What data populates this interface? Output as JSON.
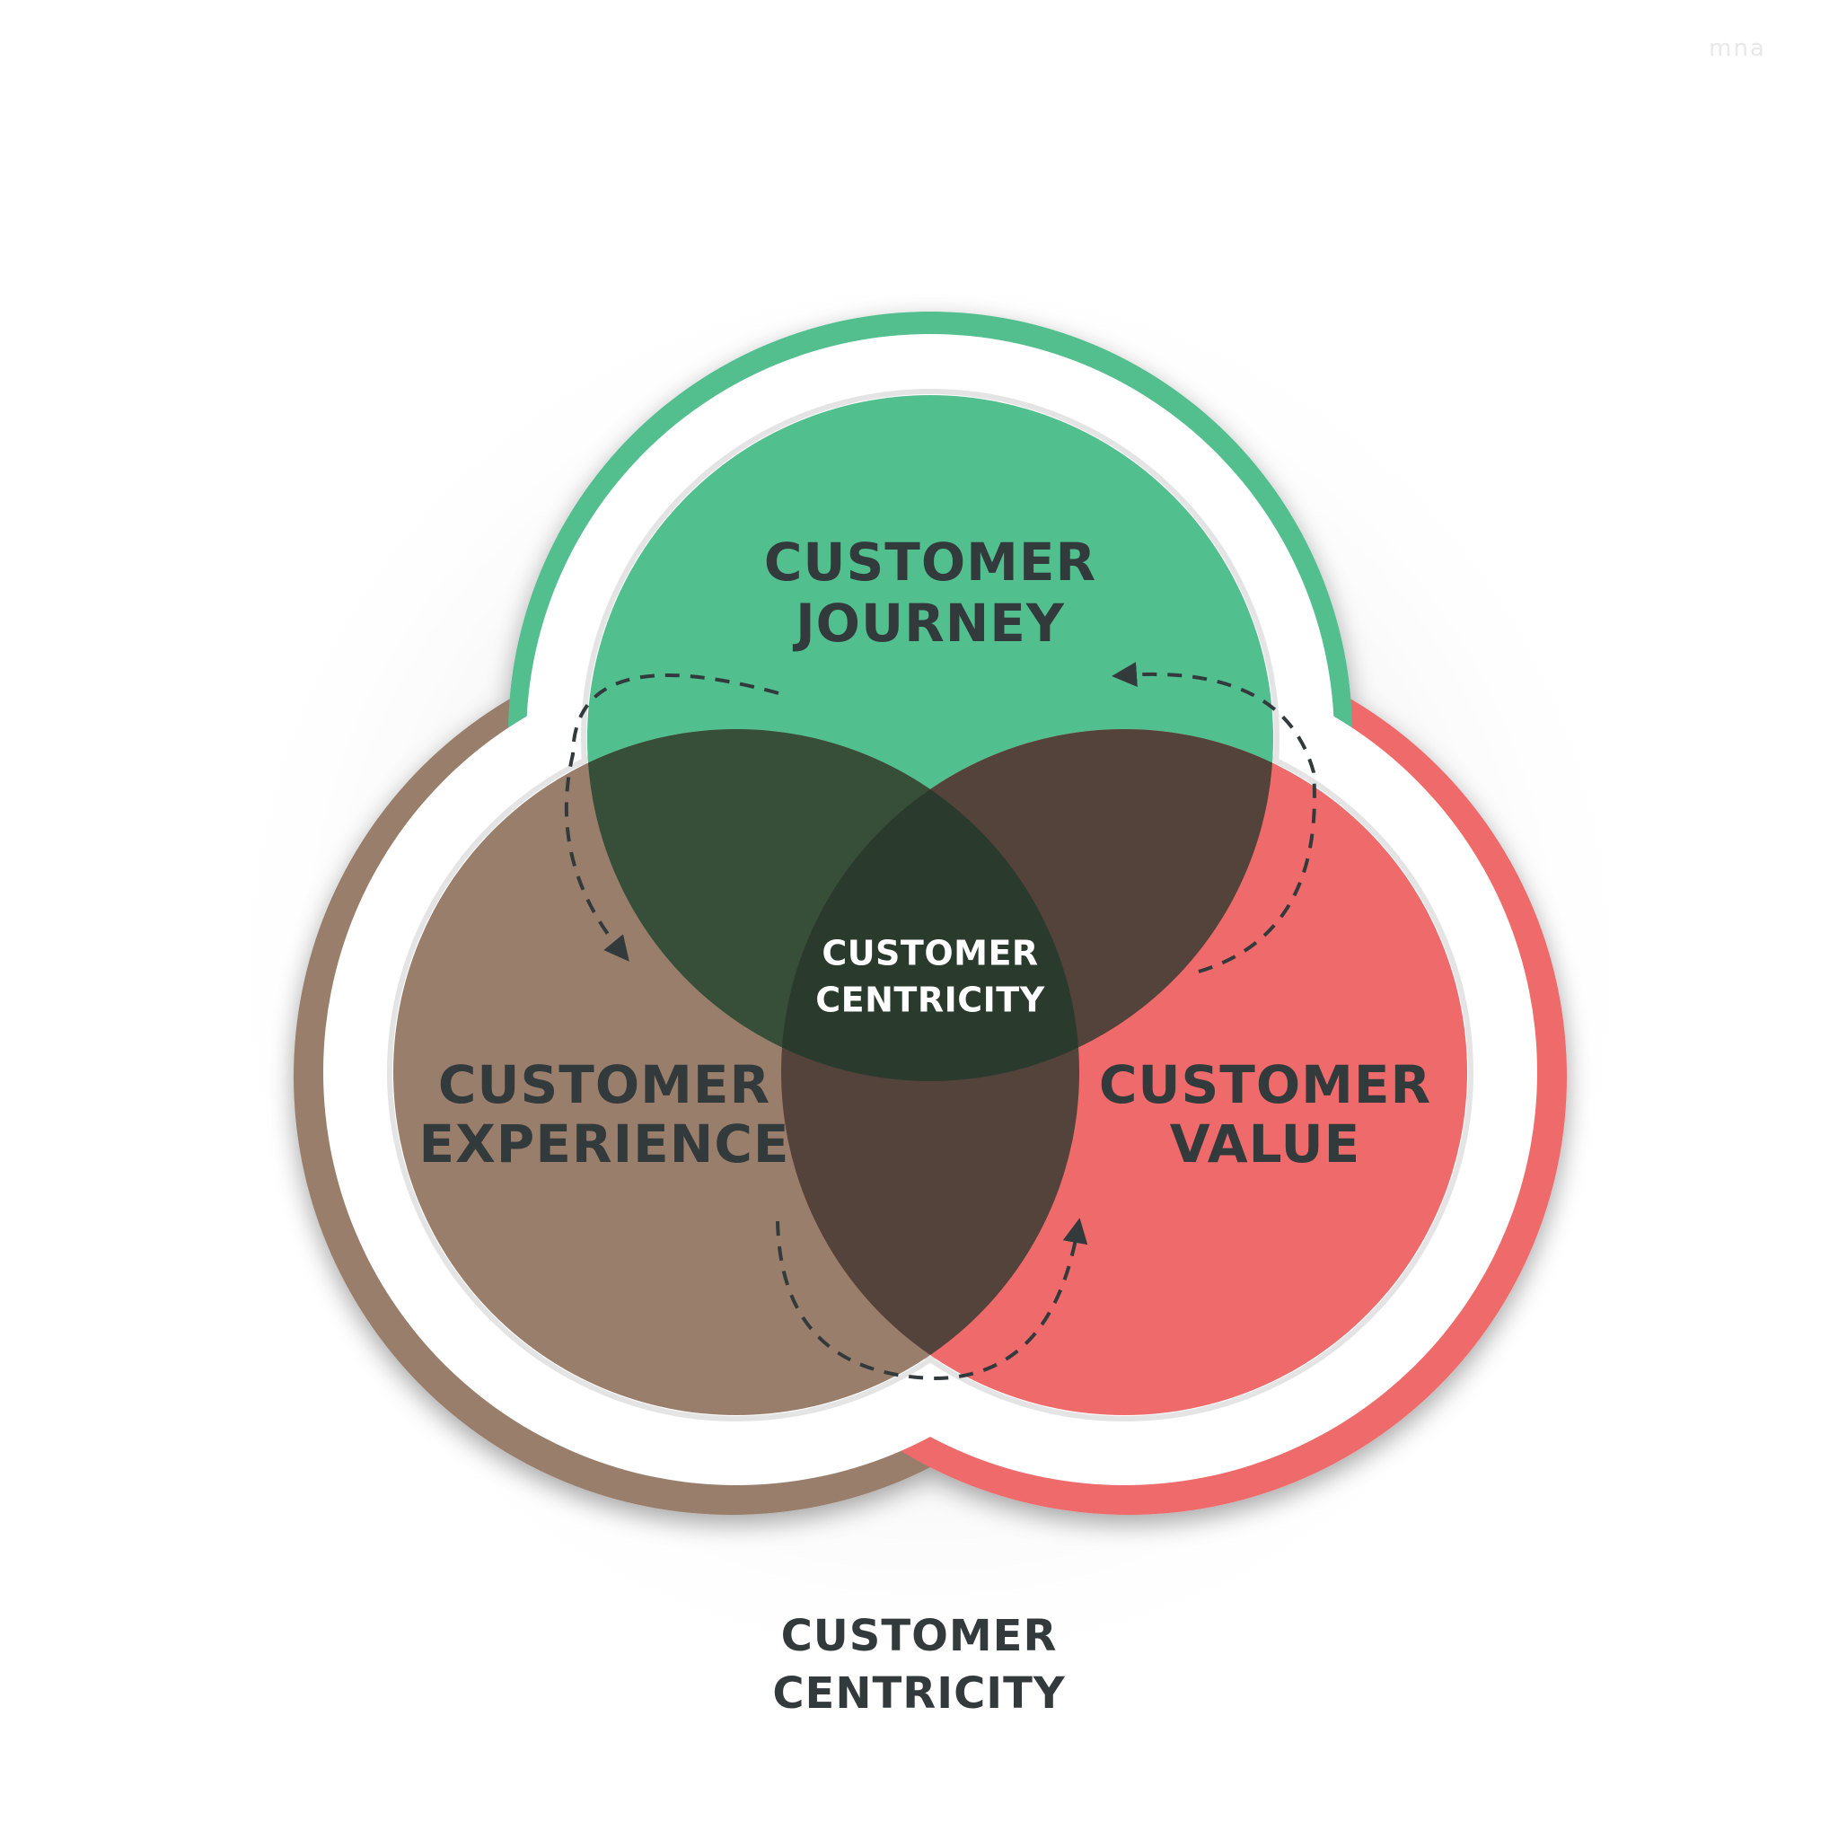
{
  "watermark": "mna",
  "colors": {
    "journey": "#52bf8f",
    "experience": "#9a7e6c",
    "value": "#ef6a6b",
    "journey_experience_overlap": "#374e38",
    "journey_value_overlap": "#53433a",
    "experience_value_overlap": "#53433a",
    "center_overlap": "#2a3a2d",
    "ring_journey": "#52bf8f",
    "ring_experience": "#9a7e6c",
    "ring_value": "#ef6a6b",
    "text_dark": "#333a3c",
    "text_light": "#ffffff",
    "arrow": "#333a3c"
  },
  "circles": {
    "journey": {
      "line1": "CUSTOMER",
      "line2": "JOURNEY"
    },
    "experience": {
      "line1": "CUSTOMER",
      "line2": "EXPERIENCE"
    },
    "value": {
      "line1": "CUSTOMER",
      "line2": "VALUE"
    },
    "center": {
      "line1": "CUSTOMER",
      "line2": "CENTRICITY"
    }
  },
  "bottom_title": {
    "line1": "CUSTOMER",
    "line2": "CENTRICITY"
  }
}
